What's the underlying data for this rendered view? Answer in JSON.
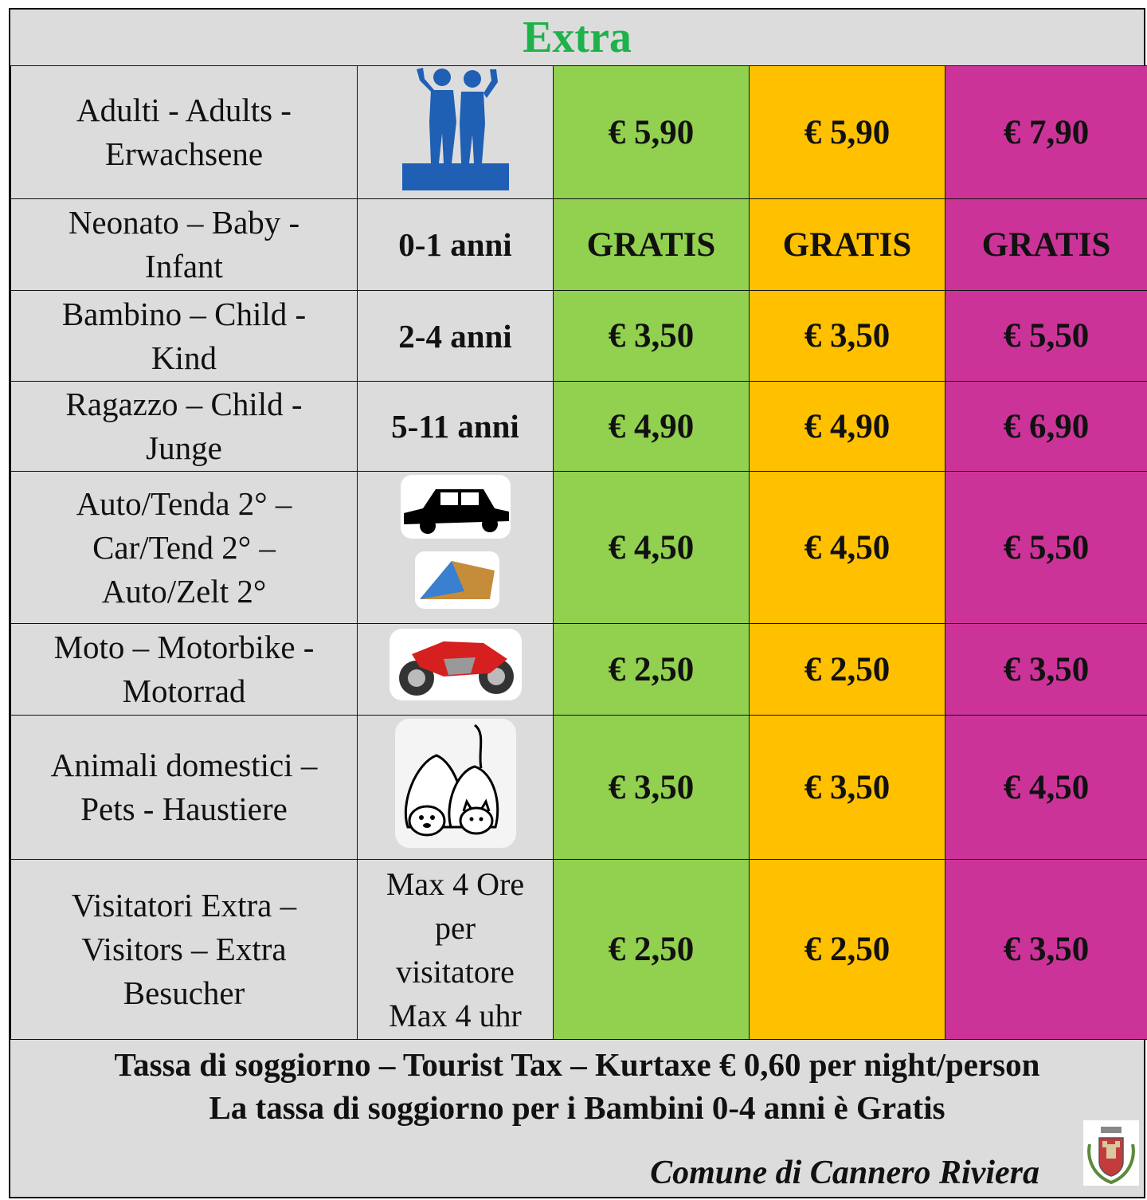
{
  "title": "Extra",
  "colors": {
    "green": "#92d050",
    "orange": "#ffc000",
    "magenta": "#cc3399",
    "title": "#1eb24b"
  },
  "rows": [
    {
      "label_lines": [
        "Adulti - Adults -",
        "Erwachsene"
      ],
      "icon": "adults-icon",
      "prices": [
        "€ 5,90",
        "€ 5,90",
        "€ 7,90"
      ]
    },
    {
      "label_lines": [
        "Neonato – Baby -",
        "Infant"
      ],
      "age": "0-1 anni",
      "prices": [
        "GRATIS",
        "GRATIS",
        "GRATIS"
      ]
    },
    {
      "label_lines": [
        "Bambino – Child -",
        "Kind"
      ],
      "age": "2-4 anni",
      "prices": [
        "€ 3,50",
        "€ 3,50",
        "€ 5,50"
      ]
    },
    {
      "label_lines": [
        "Ragazzo – Child -",
        "Junge"
      ],
      "age": "5-11 anni",
      "prices": [
        "€ 4,90",
        "€ 4,90",
        "€ 6,90"
      ]
    },
    {
      "label_lines": [
        "Auto/Tenda 2° –",
        "Car/Tend 2° –",
        "Auto/Zelt 2°"
      ],
      "icon": "car-tent-icon",
      "prices": [
        "€ 4,50",
        "€ 4,50",
        "€ 5,50"
      ]
    },
    {
      "label_lines": [
        "Moto – Motorbike -",
        "Motorrad"
      ],
      "icon": "motorbike-icon",
      "prices": [
        "€ 2,50",
        "€ 2,50",
        "€ 3,50"
      ]
    },
    {
      "label_lines": [
        "Animali domestici –",
        "Pets - Haustiere"
      ],
      "icon": "pets-icon",
      "prices": [
        "€ 3,50",
        "€ 3,50",
        "€ 4,50"
      ]
    },
    {
      "label_lines": [
        "Visitatori Extra –",
        "Visitors – Extra",
        "Besucher"
      ],
      "age_lines": [
        "Max 4 Ore",
        "per",
        "visitatore",
        "Max 4 uhr"
      ],
      "prices": [
        "€ 2,50",
        "€ 2,50",
        "€ 3,50"
      ]
    }
  ],
  "footer": {
    "tax_line1": "Tassa di soggiorno – Tourist Tax – Kurtaxe € 0,60 per night/person",
    "tax_line2": "La tassa di soggiorno per i Bambini 0-4 anni è Gratis",
    "comune": "Comune di Cannero Riviera",
    "crest_icon": "municipal-crest-icon"
  }
}
